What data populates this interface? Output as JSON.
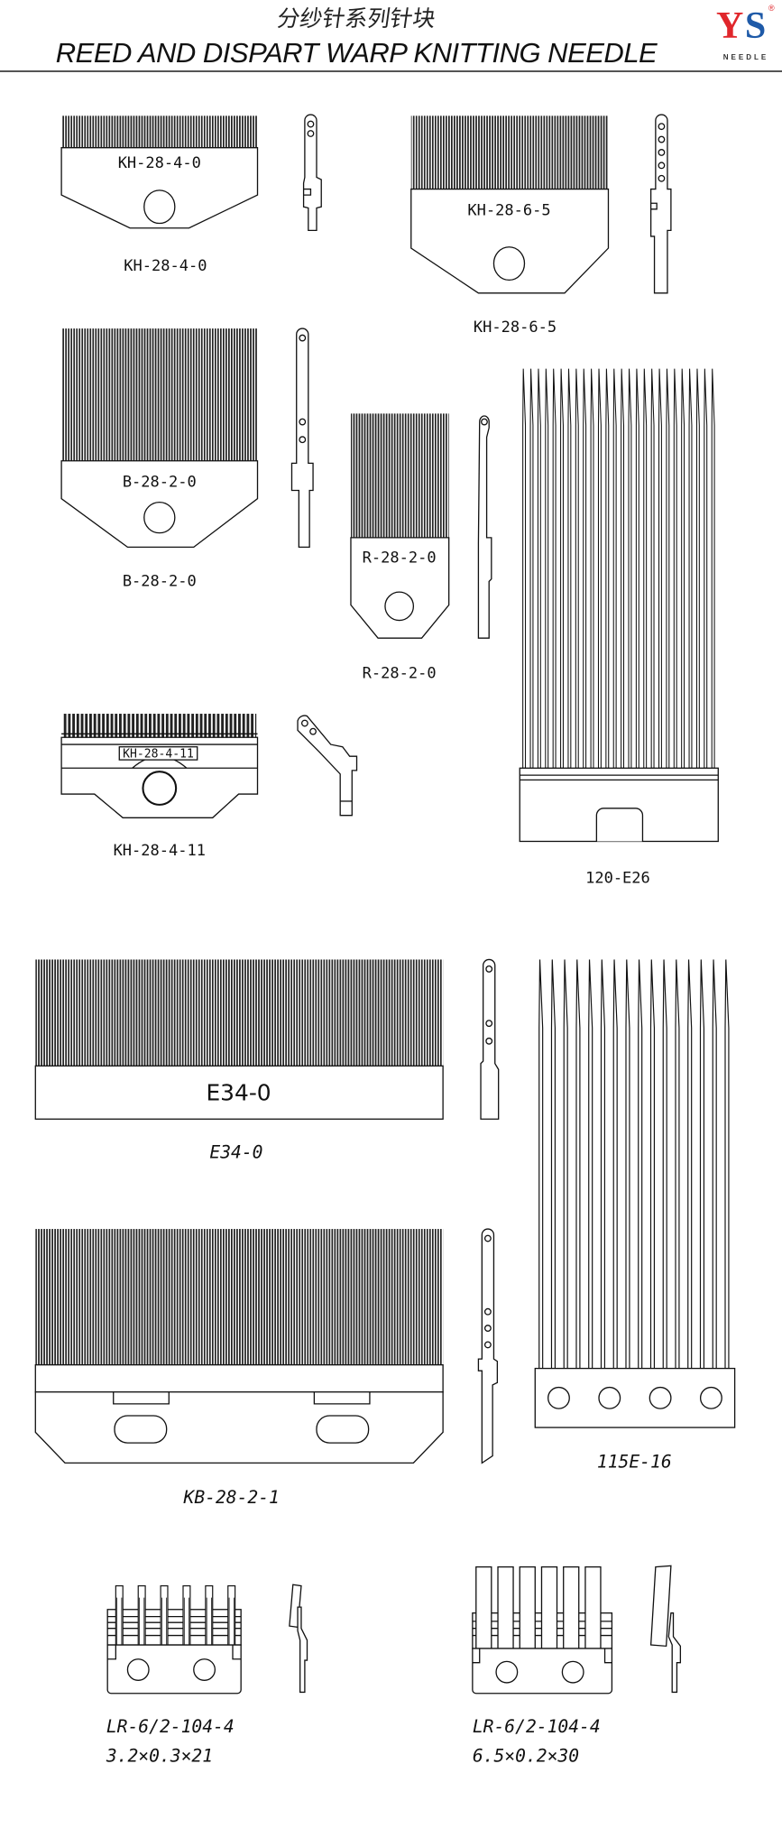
{
  "header": {
    "title_cn": "分纱针系列针块",
    "title_en": "REED AND DISPART WARP KNITTING NEEDLE",
    "logo": {
      "letters": "YS",
      "trademark": "®",
      "brand": "NEEDLE",
      "colors": {
        "y": "#e0262b",
        "s": "#1e5aa8"
      }
    }
  },
  "products": {
    "kh_28_4_0": {
      "label": "KH-28-4-0",
      "caption": "KH-28-4-0"
    },
    "kh_28_6_5": {
      "label": "KH-28-6-5",
      "caption": "KH-28-6-5"
    },
    "b_28_2_0": {
      "label": "B-28-2-0",
      "caption": "B-28-2-0"
    },
    "r_28_2_0": {
      "label": "R-28-2-0",
      "caption": "R-28-2-0"
    },
    "e26_120": {
      "caption": "120-E26"
    },
    "kh_28_4_11": {
      "label": "KH-28-4-11",
      "caption": "KH-28-4-11"
    },
    "e34_0": {
      "label": "E34-0",
      "caption": "E34-0"
    },
    "e16_115": {
      "caption": "115E-16"
    },
    "kb_28_2_1": {
      "caption": "KB-28-2-1"
    },
    "lr_small": {
      "caption": "LR-6/2-104-4",
      "size": "3.2×0.3×21"
    },
    "lr_large": {
      "caption": "LR-6/2-104-4",
      "size": "6.5×0.2×30"
    }
  }
}
